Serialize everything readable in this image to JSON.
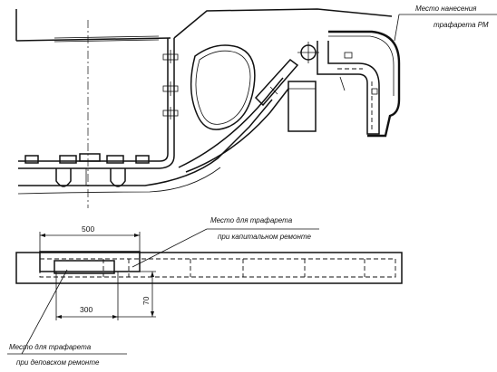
{
  "labels": {
    "stencil_rm_line1": "Место нанесения",
    "stencil_rm_line2": "трафарета РМ",
    "capital_line1": "Место для трафарета",
    "capital_line2": "при капитальном ремонте",
    "depot_line1": "Место для трафарета",
    "depot_line2": "при деповском ремонте"
  },
  "dimensions": {
    "width_outer": "500",
    "width_inner": "300",
    "height": "70"
  }
}
